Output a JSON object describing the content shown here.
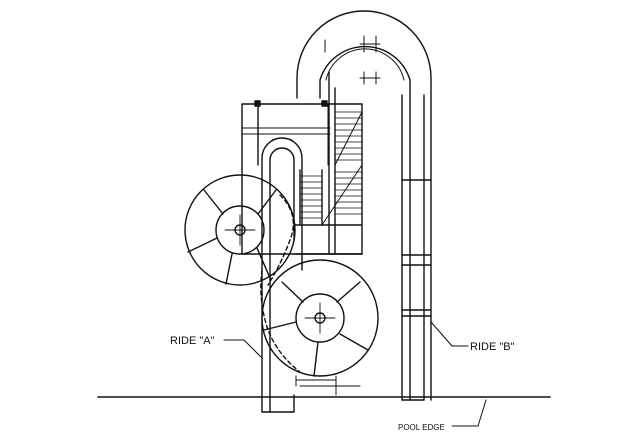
{
  "drawing": {
    "labels": {
      "ride_a": "RIDE \"A\"",
      "ride_b": "RIDE \"B\"",
      "pool_edge": "POOL EDGE"
    },
    "line_color": "#111111",
    "background": "#ffffff"
  }
}
